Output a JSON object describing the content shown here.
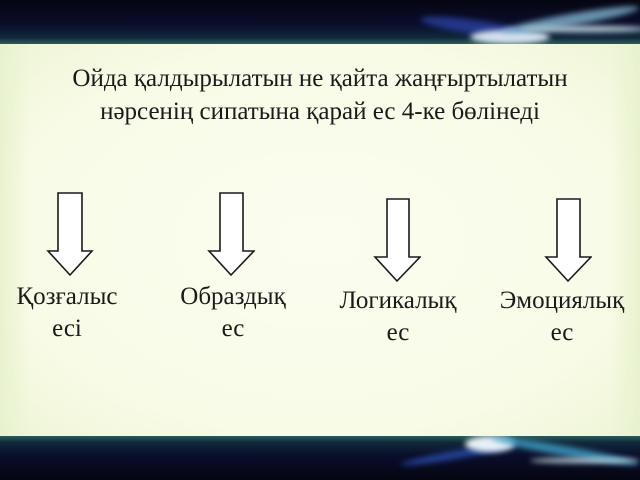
{
  "slide": {
    "title_line1": "Ойда қалдырылатын не қайта жаңғыртылатын",
    "title_line2": "нәрсенің сипатына қарай ес 4-ке бөлінеді",
    "categories": [
      {
        "line1": "Қозғалыс",
        "line2": "есі",
        "icon": "down-arrow-icon"
      },
      {
        "line1": "Образдық",
        "line2": "ес",
        "icon": "down-arrow-icon"
      },
      {
        "line1": "Логикалық",
        "line2": "ес",
        "icon": "down-arrow-icon"
      },
      {
        "line1": "Эмоциялық",
        "line2": "ес",
        "icon": "down-arrow-icon"
      }
    ]
  },
  "colors": {
    "background_content": "#f8fbe6",
    "frame_dark": "#0a0d2a",
    "text": "#1a1a1a",
    "arrow_stroke": "#1a1a1a",
    "arrow_fill": "#ffffff"
  }
}
